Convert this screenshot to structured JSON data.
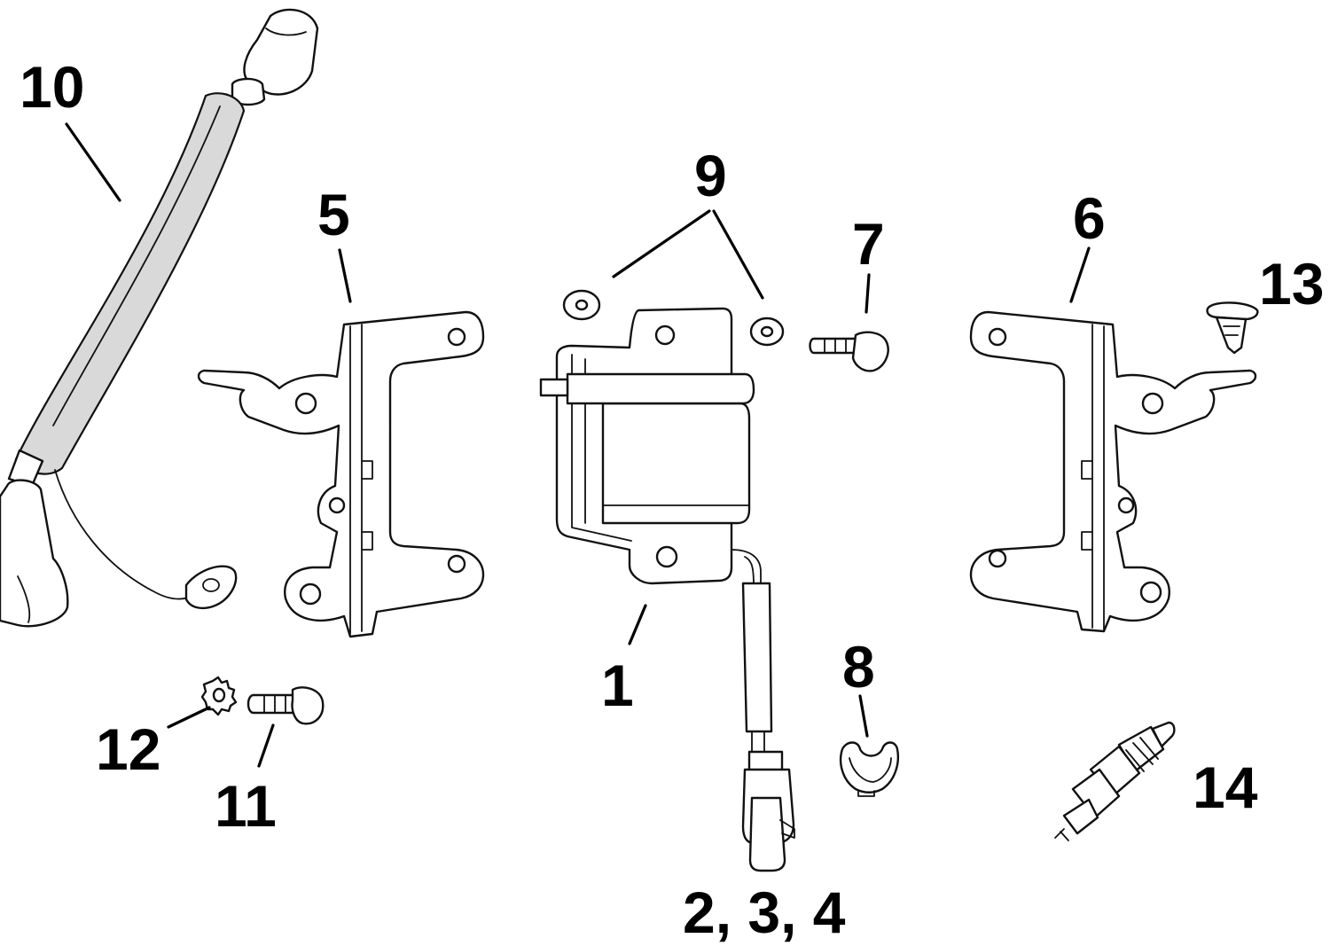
{
  "callouts": [
    {
      "id": "1",
      "text": "1"
    },
    {
      "id": "2-3-4",
      "text": "2, 3, 4"
    },
    {
      "id": "5",
      "text": "5"
    },
    {
      "id": "6",
      "text": "6"
    },
    {
      "id": "7",
      "text": "7"
    },
    {
      "id": "8",
      "text": "8"
    },
    {
      "id": "9",
      "text": "9"
    },
    {
      "id": "10",
      "text": "10"
    },
    {
      "id": "11",
      "text": "11"
    },
    {
      "id": "12",
      "text": "12"
    },
    {
      "id": "13",
      "text": "13"
    },
    {
      "id": "14",
      "text": "14"
    }
  ]
}
